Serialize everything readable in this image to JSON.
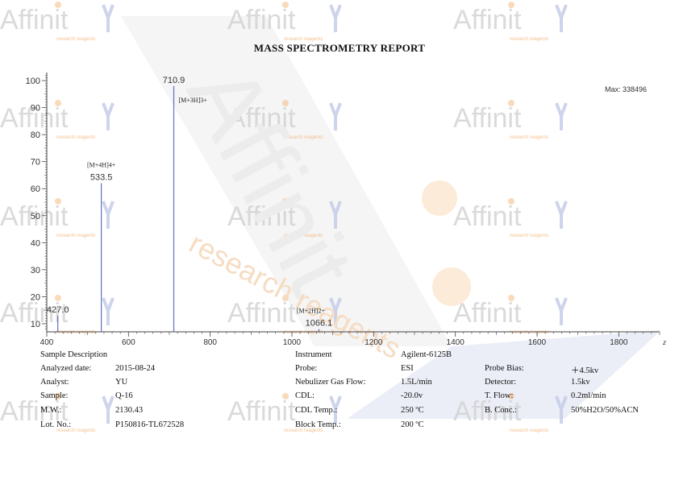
{
  "report": {
    "title": "MASS SPECTROMETRY REPORT"
  },
  "watermark": {
    "brand": "Affinit",
    "tagline": "research reagents"
  },
  "colors": {
    "peak_line": "#5d6fbf",
    "axis": "#444444",
    "watermark_text": "#d4d4d4",
    "watermark_accent": "#f3b57a",
    "watermark_blue": "#c5cde8"
  },
  "chart_data": {
    "type": "bar",
    "title": "",
    "xlabel": "",
    "ylabel": "",
    "xlim": [
      400,
      1900
    ],
    "ylim": [
      7,
      103
    ],
    "x_ticks": [
      400,
      600,
      800,
      1000,
      1200,
      1400,
      1600,
      1800
    ],
    "y_ticks": [
      10,
      20,
      30,
      40,
      50,
      60,
      70,
      80,
      90,
      100
    ],
    "x_axis_unit_glyph": "z",
    "max_label": "Max: 338496",
    "peaks": [
      {
        "mz": 427.0,
        "intensity": 13,
        "label": "427.0",
        "ion": ""
      },
      {
        "mz": 533.5,
        "intensity": 62,
        "label": "533.5",
        "ion": "[M+4H]4+"
      },
      {
        "mz": 710.9,
        "intensity": 98,
        "label": "710.9",
        "ion": "[M+3H]3+"
      },
      {
        "mz": 1066.1,
        "intensity": 8,
        "label": "1066.1",
        "ion": "[M+2H]2+"
      }
    ],
    "grid": false
  },
  "info": {
    "sample_description": "Sample Description",
    "instrument_label": "Instrument",
    "instrument_value": "Agilent-6125B",
    "left_fields": [
      {
        "label": "Analyzed date:",
        "value": "2015-08-24"
      },
      {
        "label": "Analyst:",
        "value": "YU"
      },
      {
        "label": "Sample:",
        "value": "Q-16"
      },
      {
        "label": "M.W.:",
        "value": "2130.43"
      },
      {
        "label": "Lot. No.:",
        "value": "P150816-TL672528"
      }
    ],
    "middle_fields": [
      {
        "label": "Probe:",
        "value": "ESI"
      },
      {
        "label": "Nebulizer Gas Flow:",
        "value": "1.5L/min"
      },
      {
        "label": "CDL:",
        "value": "-20.0v"
      },
      {
        "label": "CDL Temp.:",
        "value": "250 ºC"
      },
      {
        "label": "Block Temp.:",
        "value": "200 ºC"
      }
    ],
    "right_fields": [
      {
        "label": "Probe Bias:",
        "value": "＋4.5kv"
      },
      {
        "label": "Detector:",
        "value": "1.5kv"
      },
      {
        "label": "T. Flow:",
        "value": "0.2ml/min"
      },
      {
        "label": "B. Conc.:",
        "value": "50%H2O/50%ACN"
      }
    ]
  }
}
